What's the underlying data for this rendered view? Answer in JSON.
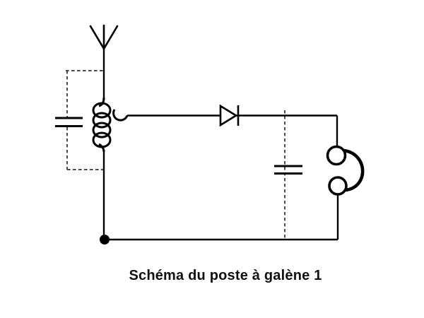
{
  "figure": {
    "type": "circuit-diagram",
    "caption": "Schéma du poste à galène 1",
    "components": [
      {
        "name": "antenna",
        "icon": "antenna-icon",
        "connection": "solid"
      },
      {
        "name": "variable-tuning-capacitor",
        "icon": "capacitor-icon",
        "connection": "dashed"
      },
      {
        "name": "tuning-coil",
        "icon": "inductor-icon",
        "connection": "solid"
      },
      {
        "name": "coil-tap",
        "icon": "tap-loop-icon",
        "connection": "solid"
      },
      {
        "name": "detector-diode",
        "icon": "diode-icon",
        "connection": "solid"
      },
      {
        "name": "filter-capacitor",
        "icon": "capacitor-icon",
        "connection": "dashed"
      },
      {
        "name": "headphones",
        "icon": "headphones-icon",
        "connection": "solid"
      },
      {
        "name": "ground-junction",
        "icon": "junction-dot-icon",
        "connection": "solid"
      }
    ],
    "colors": {
      "background": "#ffffff",
      "wire": "#000000",
      "dashed_wire": "#2e2e2e",
      "caption_text": "#111111"
    }
  }
}
